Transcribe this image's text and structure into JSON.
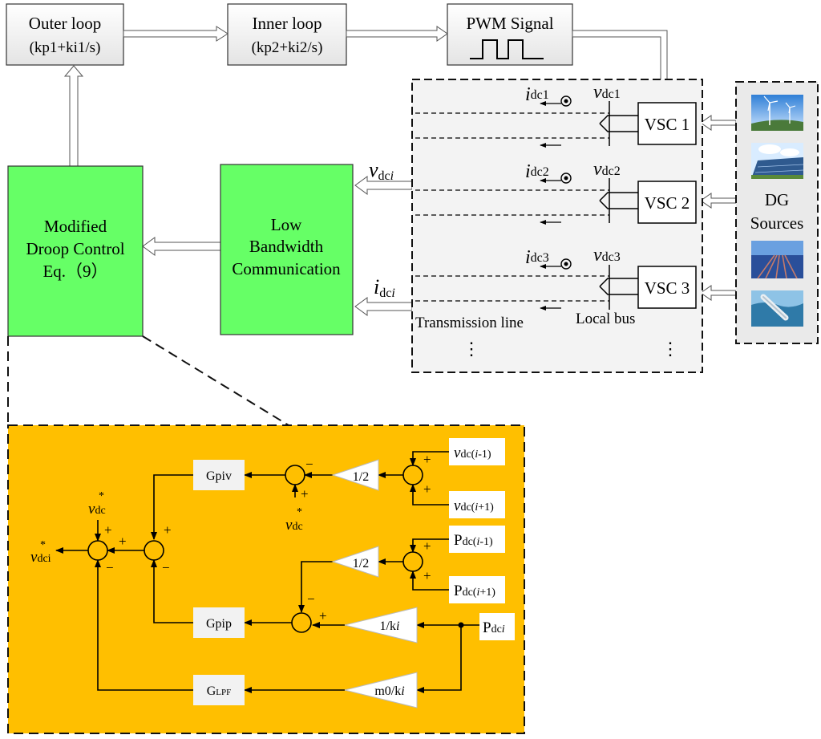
{
  "top": {
    "outer_loop": {
      "line1": "Outer loop",
      "line2": "(kp1+ki1/s)"
    },
    "inner_loop": {
      "line1": "Inner loop",
      "line2": "(kp2+ki2/s)"
    },
    "pwm": {
      "label": "PWM Signal"
    }
  },
  "middle": {
    "droop": {
      "line1": "Modified",
      "line2": "Droop Control",
      "line3": "Eq.（9）"
    },
    "comm": {
      "line1": "Low",
      "line2": "Bandwidth",
      "line3": "Communication"
    },
    "vdci_label": {
      "main": "v",
      "sub": "dc",
      "sub_i": "i"
    },
    "idci_label": {
      "main": "i",
      "sub": "dc",
      "sub_i": "i"
    }
  },
  "grid": {
    "vsc": [
      "VSC 1",
      "VSC 2",
      "VSC 3"
    ],
    "i_subs": [
      "dc1",
      "dc2",
      "dc3"
    ],
    "v_subs": [
      "dc1",
      "dc2",
      "dc3"
    ],
    "i_main": "i",
    "v_main": "v",
    "transmission_line": "Transmission line",
    "local_bus": "Local bus",
    "ellipsis": "⋮"
  },
  "dg": {
    "line1": "DG",
    "line2": "Sources"
  },
  "control": {
    "gpiv": "Gpiv",
    "gpip": "Gpip",
    "glpf_main": "G",
    "glpf_sub": "LPF",
    "half_top": "1/2",
    "half_mid": "1/2",
    "inv_k": "1/k",
    "m0_k": "m0/k",
    "k_sub": "i",
    "vdc_prev": {
      "main": "v",
      "sub": "dc(",
      "i": "i",
      "rest": "-1)"
    },
    "vdc_next": {
      "main": "v",
      "sub": "dc(",
      "i": "i",
      "rest": "+1)"
    },
    "pdc_prev": {
      "main": "P",
      "sub": "dc(",
      "i": "i",
      "rest": "-1)"
    },
    "pdc_next": {
      "main": "P",
      "sub": "dc(",
      "i": "i",
      "rest": "+1)"
    },
    "pdci": {
      "main": "P",
      "sub": "dc",
      "i": "i"
    },
    "vdc_star": {
      "main": "v",
      "sub": "dc",
      "star": "*"
    },
    "vdc_star_left": {
      "main": "v",
      "sub": "dc",
      "star": "*"
    },
    "vdci_star": {
      "main": "v",
      "sub": "dci",
      "star": "*"
    },
    "plus": "+",
    "minus": "−"
  },
  "colors": {
    "green_fill": "#66ff66",
    "green_stroke": "#333333",
    "orange_fill": "#ffbf00",
    "grey_box": "#f2f2f2",
    "arrow_fill": "#ffffff"
  }
}
